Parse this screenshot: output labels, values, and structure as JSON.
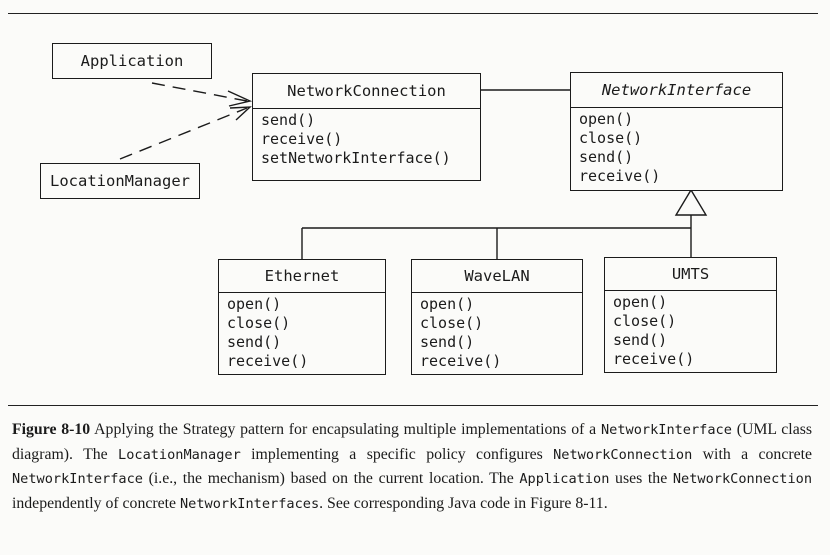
{
  "classes": {
    "application": {
      "name": "Application"
    },
    "location_manager": {
      "name": "LocationManager"
    },
    "network_connection": {
      "name": "NetworkConnection",
      "ops": [
        "send()",
        "receive()",
        "setNetworkInterface()"
      ]
    },
    "network_interface": {
      "name": "NetworkInterface",
      "abstract": true,
      "ops": [
        "open()",
        "close()",
        "send()",
        "receive()"
      ]
    },
    "ethernet": {
      "name": "Ethernet",
      "ops": [
        "open()",
        "close()",
        "send()",
        "receive()"
      ]
    },
    "wavelan": {
      "name": "WaveLAN",
      "ops": [
        "open()",
        "close()",
        "send()",
        "receive()"
      ]
    },
    "umts": {
      "name": "UMTS",
      "ops": [
        "open()",
        "close()",
        "send()",
        "receive()"
      ]
    }
  },
  "caption": {
    "figure_label": "Figure 8-10",
    "t1": " Applying the Strategy pattern for encapsulating multiple implementations of a ",
    "c1": "NetworkInterface",
    "t2": " (UML class diagram). The ",
    "c2": "LocationManager",
    "t3": " implementing a specific policy configures ",
    "c3": "NetworkConnection",
    "t4": " with a concrete ",
    "c4": "NetworkInterface",
    "t5": " (i.e., the mechanism) based on the current location. The ",
    "c5": "Application",
    "t6": " uses the ",
    "c6": "NetworkConnection",
    "t7": " independently of concrete ",
    "c7": "NetworkInterfaces",
    "t8": ". See corresponding Java code in Figure 8-11."
  }
}
